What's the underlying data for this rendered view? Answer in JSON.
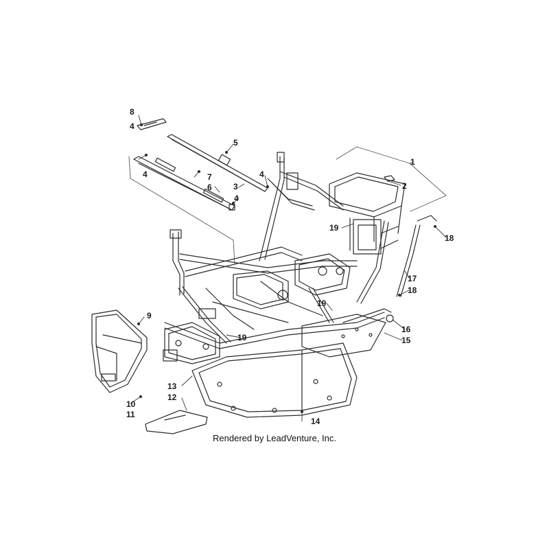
{
  "callouts": [
    "1",
    "2",
    "3",
    "4",
    "4",
    "4",
    "4",
    "5",
    "6",
    "7",
    "8",
    "9",
    "10",
    "11",
    "12",
    "13",
    "14",
    "15",
    "16",
    "17",
    "18",
    "18",
    "19",
    "19",
    "19"
  ],
  "credit": "Rendered by LeadVenture, Inc.",
  "colors": {
    "line": "#2a2a2a",
    "light": "#555555",
    "background": "#ffffff"
  }
}
